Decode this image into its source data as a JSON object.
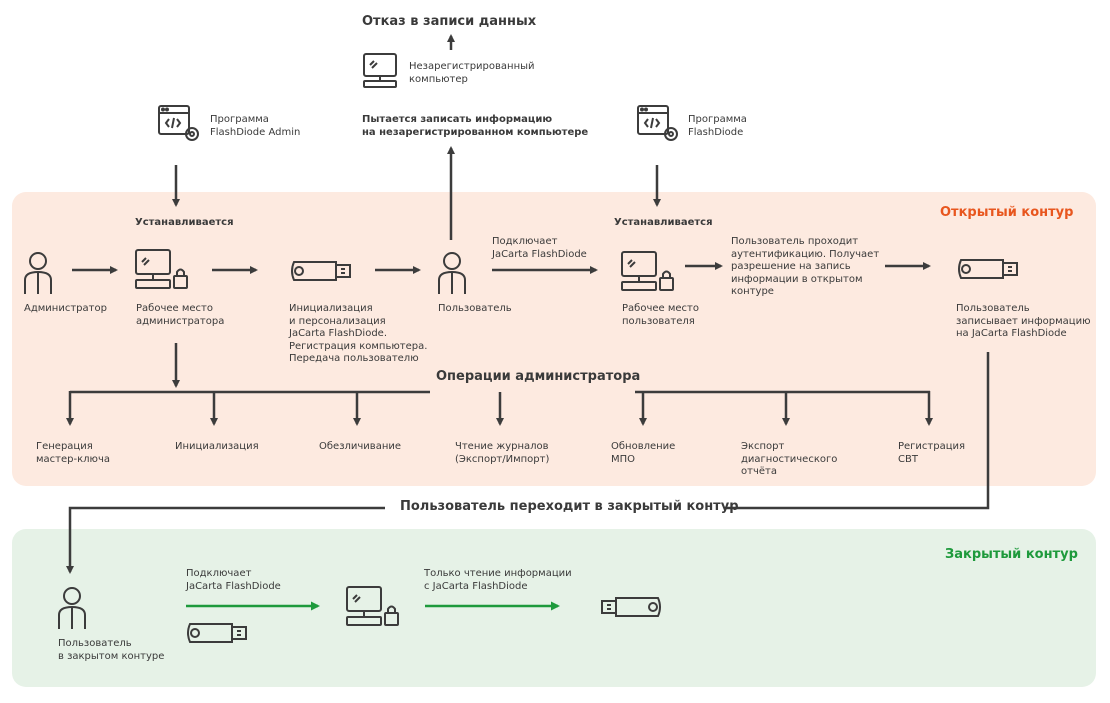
{
  "zones": {
    "open_title": "Открытый контур",
    "closed_title": "Закрытый контур",
    "open_color": "#e8561e",
    "closed_color": "#1e9a3c"
  },
  "top": {
    "refusal": "Отказ в записи данных",
    "unregistered_pc": "Незарегистрированный\nкомпьютер",
    "attempt": "Пытается записать информацию\nна незарегистрированном компьютере",
    "admin_program": "Программа\nFlashDiode Admin",
    "user_program": "Программа\nFlashDiode"
  },
  "open": {
    "installed_admin": "Устанавливается",
    "installed_user": "Устанавливается",
    "administrator": "Администратор",
    "admin_workstation": "Рабочее место\nадминистратора",
    "init": "Инициализация\nи персонализация\nJaCarta FlashDiode.\nРегистрация компьютера.\nПередача пользователю",
    "user": "Пользователь",
    "connects": "Подключает\nJaCarta FlashDiode",
    "user_workstation": "Рабочее место\nпользователя",
    "auth": "Пользователь проходит\nаутентификацию. Получает\nразрешение на запись\nинформации в открытом\nконтуре",
    "writes": "Пользователь\nзаписывает информацию\nна JaCarta FlashDiode"
  },
  "ops": {
    "title": "Операции администратора",
    "items": [
      "Генерация\nмастер-ключа",
      "Инициализация",
      "Обезличивание",
      "Чтение журналов\n(Экспорт/Импорт)",
      "Обновление\nМПО",
      "Экспорт\nдиагностического\nотчёта",
      "Регистрация\nСВТ"
    ]
  },
  "transition": "Пользователь переходит в закрытый контур",
  "closed": {
    "user": "Пользователь\nв закрытом контуре",
    "connects": "Подключает\nJaCarta FlashDiode",
    "read_only": "Только чтение информации\nс JaCarta FlashDiode"
  },
  "icons": {
    "user": "user-icon",
    "workstation": "workstation-lock-icon",
    "computer": "computer-icon",
    "program": "program-window-gear-icon",
    "token": "usb-token-icon"
  }
}
